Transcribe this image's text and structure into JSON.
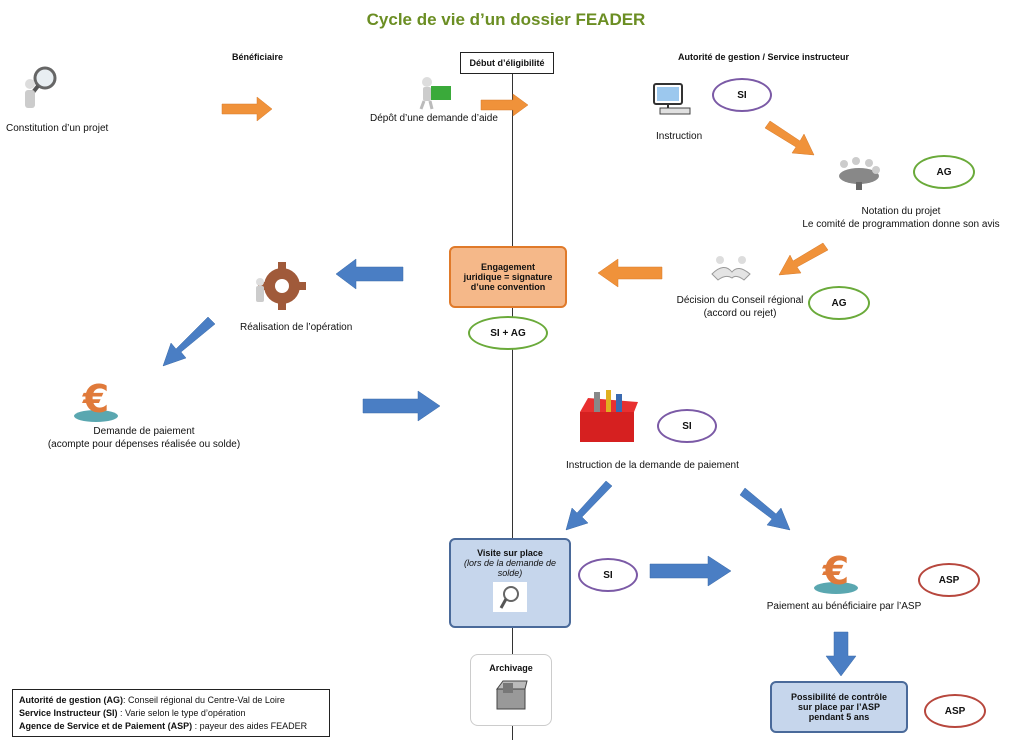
{
  "title": "Cycle de vie d’un dossier FEADER",
  "headers": {
    "beneficiaire": "Bénéficiaire",
    "autorite": "Autorité de gestion / Service instructeur",
    "debut": "Début d’éligibilité"
  },
  "steps": {
    "constitution": "Constitution d’un projet",
    "depot": "Dépôt d’une demande d’aide",
    "instruction": "Instruction",
    "notation_1": "Notation du projet",
    "notation_2": "Le comité de programmation donne son avis",
    "decision_1": "Décision du Conseil régional",
    "decision_2": "(accord ou rejet)",
    "realisation": "Réalisation de l’opération",
    "demande_1": "Demande de paiement",
    "demande_2": "(acompte pour dépenses réalisée ou solde)",
    "instr_paiement": "Instruction de la demande de paiement",
    "paiement": "Paiement au bénéficiaire par l’ASP"
  },
  "boxes": {
    "engagement_1": "Engagement",
    "engagement_2": "juridique = signature",
    "engagement_3": "d’une convention",
    "visite_1": "Visite sur place",
    "visite_2": "(lors de la demande de",
    "visite_3": "solde)",
    "archivage": "Archivage",
    "controle_1": "Possibilité de contrôle",
    "controle_2": "sur place par l’ASP",
    "controle_3": "pendant 5 ans"
  },
  "tags": {
    "si_instruction": "SI",
    "ag_notation": "AG",
    "ag_decision": "AG",
    "si_ag": "SI + AG",
    "si_paiement": "SI",
    "si_visite": "SI",
    "asp_paiement": "ASP",
    "asp_controle": "ASP"
  },
  "legend": {
    "ag_term": "Autorité de gestion (AG)",
    "ag_def": ": Conseil régional du Centre-Val de Loire",
    "si_term": "Service Instructeur (SI)",
    "si_def": " : Varie selon le type d’opération",
    "asp_term": "Agence de Service et de Paiement (ASP)",
    "asp_def": " : payeur des aides FEADER"
  },
  "colors": {
    "title": "#6b8e23",
    "orange_arrow": "#f0923a",
    "blue_arrow": "#4a7ec4",
    "orange_box": "#f5b889",
    "blue_box": "#c6d6ec",
    "oval_green": "#6aaa3a",
    "oval_purple": "#7b5aa6",
    "oval_red": "#b7473d"
  },
  "icons": [
    "magnifier-person-icon",
    "person-green-box-icon",
    "computer-icon",
    "meeting-table-icon",
    "handshake-icon",
    "gear-person-icon",
    "euro-coin-icon",
    "toolbox-icon",
    "magnifier-small-icon",
    "archive-box-icon"
  ]
}
